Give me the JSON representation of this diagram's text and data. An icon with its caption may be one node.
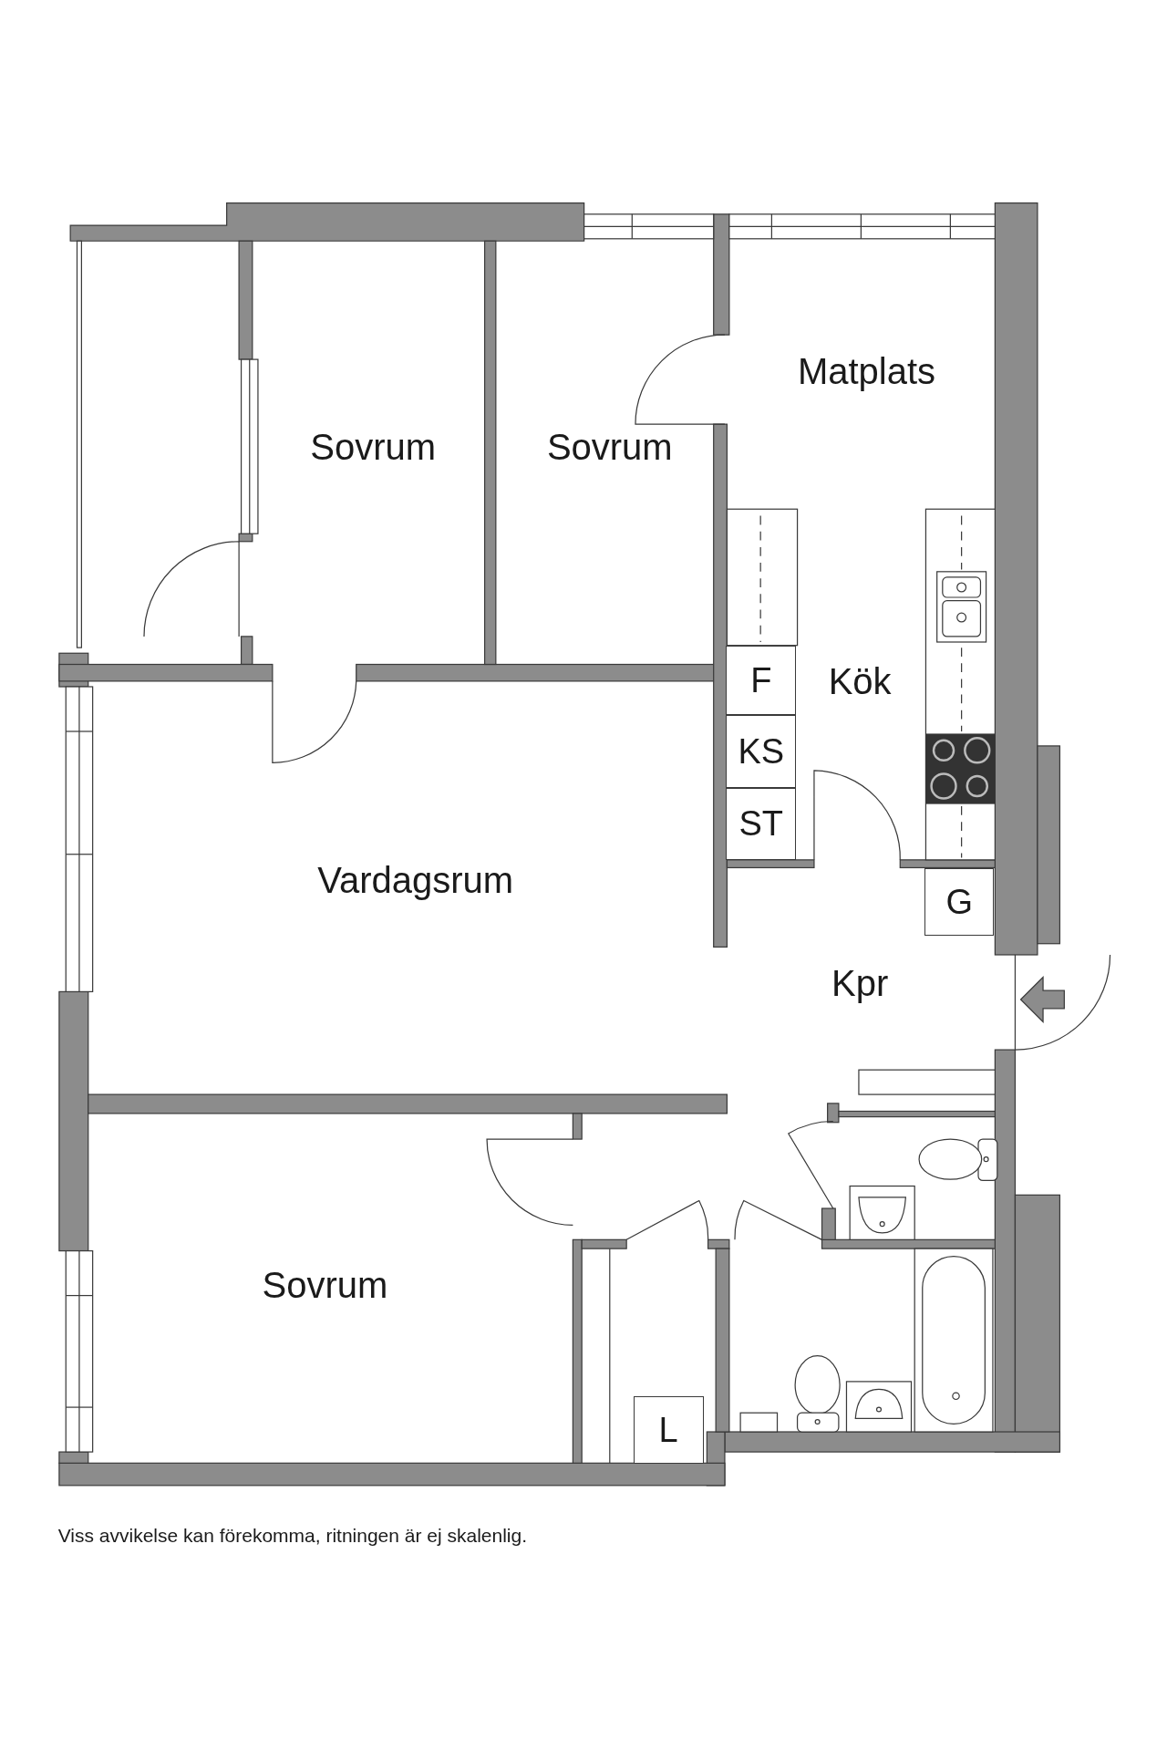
{
  "diagram": {
    "caption": "Viss avvikelse kan förekomma, ritningen är ej skalenlig.",
    "nodes": [
      {
        "text": [
          "F"
        ]
      },
      {
        "text": [
          "KS"
        ]
      },
      {
        "text": [
          "ST"
        ]
      },
      {
        "text": [
          "G"
        ]
      },
      {
        "text": [
          "L"
        ]
      }
    ],
    "labels": [
      "Matplats",
      "Sovrum",
      "Sovrum",
      "Kök",
      "Vardagsrum",
      "Kpr",
      "Sovrum"
    ]
  }
}
